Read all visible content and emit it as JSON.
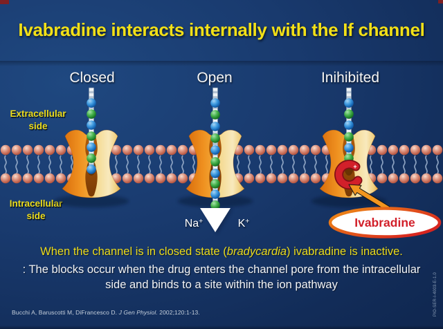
{
  "title": "Ivabradine interacts internally with the If channel",
  "states": [
    {
      "label": "Closed"
    },
    {
      "label": "Open"
    },
    {
      "label": "Inihibited"
    }
  ],
  "sides": {
    "extracellular": "Extracellular side",
    "intracellular": "Intracellular side"
  },
  "ions": {
    "na": "Na",
    "k": "K",
    "sup": "+"
  },
  "site": {
    "plus": "+"
  },
  "callout": {
    "label": "Ivabradine"
  },
  "caption": {
    "line1_pre": "When the channel is in closed state (",
    "line1_italic": "bradycardia",
    "line1_post": ") ivabradine is inactive.",
    "line2": ": The blocks occur when the drug enters the channel pore from the intracellular",
    "line3": "side and binds to a site within the ion pathway"
  },
  "citation": {
    "authors": "Bucchi A, Baruscotti M, DiFrancesco D. ",
    "journal": "J Gen Physiol.",
    "ref": " 2002;120:1-13."
  },
  "code": "PIO-SER-I-4003-E-1.0",
  "colors": {
    "background_navy": "#15325f",
    "title_yellow": "#f2e017",
    "channel_orange": "#f09124",
    "channel_cream": "#f8e9bd",
    "lipid_head": "#dd9480",
    "bead_blue": "#2f8fd6",
    "bead_green": "#2f9e43",
    "ivabradine_red": "#d2202a"
  }
}
